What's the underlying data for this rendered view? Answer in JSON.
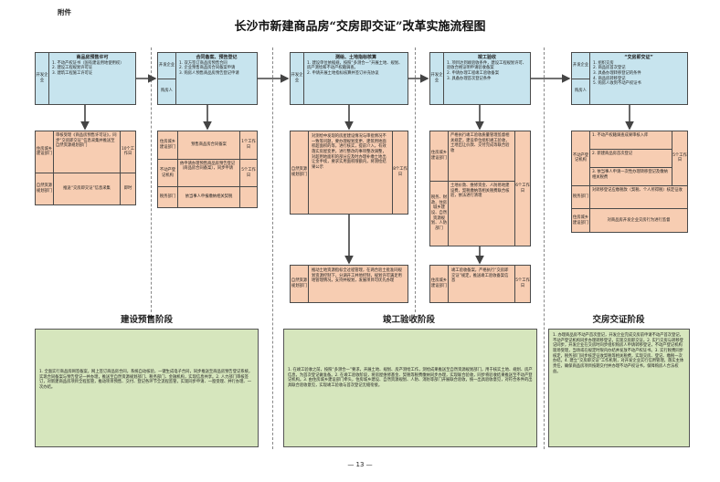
{
  "annex": "附件",
  "title": "长沙市新建商品房“交房即交证”改革实施流程图",
  "page_number": "— 13 —",
  "stages": [
    "建设预售阶段",
    "竣工验收阶段",
    "交房交证阶段"
  ],
  "blue_boxes": [
    {
      "side": [
        "开发企业"
      ],
      "heading": "商品房预售许可",
      "lines": [
        "1. 不动产权证书（国有建设用地使用权）",
        "2. 建设工程规划许可证",
        "3. 建筑工程施工许可证"
      ]
    },
    {
      "side": [
        "开发企业",
        "购房人"
      ],
      "heading": "合同备案、预告登记",
      "lines": [
        "1. 双方签订商品房预售合同",
        "2. 企业预售商品房合同备案申请",
        "3. 购房人预售商品房预告登记申请"
      ]
    },
    {
      "side": [
        "开发企业"
      ],
      "heading": "测绘、土地指标核算",
      "lines": [
        "1. 建设单位依据规，按照“多测合一”开展土地、规划、房产测绘和不动产权籍调查。",
        "2. 申请开展土地指标核算并签订补充协议"
      ]
    },
    {
      "side": [
        "开发企业"
      ],
      "heading": "竣工验收",
      "lines": [
        "1. 项目达到竣验收条件，建设工程规划许可、验收合格证明申请验收备案",
        "2. 申请办理工程竣工验收备案",
        "3. 具备办理首次登记条件"
      ]
    },
    {
      "side": [
        "开发企业",
        "购房人"
      ],
      "heading": "“交房即交证”",
      "lines": [
        "1. 组织交房",
        "2. 商品房首次登记",
        "3. 具备办理转移登记的条件",
        "4. 商品房转移登记",
        "5. 购房人收到不动产权证书"
      ]
    }
  ],
  "col1_rows": [
    {
      "dept": "住房城乡建设部门",
      "text": "审核受理《商品房预售许可证》，同步“交房即交证”信息采集并推送至自然资源规划部门",
      "time": "10个工作日"
    },
    {
      "dept": "自然资源规划部门",
      "text": "推送“交房即交证”信息采集",
      "time": "即时"
    }
  ],
  "col2_rows": [
    {
      "dept": "住房城乡建设部门",
      "text": "预售商品房合同备案",
      "time": "1个工作日"
    },
    {
      "dept": "不动产登记机构",
      "text": "依申请办理预售商品房预告登记（商品房合同备案），同步申请",
      "time": "5个工作日"
    },
    {
      "dept": "税务部门",
      "text": "依当事人申报缴纳相关契税",
      "time": ""
    }
  ],
  "col3_top": {
    "dept": "自然资源规划部门",
    "text": "对测绘中发现的房屋建设情况与审批情况不一致等问题，要办理规划变更、建筑用地面积超面积的等，进行核实，提前介入，有效落实房屋变更，进行整改的事项整改调整，对超用地面积的部分应及时办理补缴土地出让金手续，要求实用面积限额内，将测绘结果公示",
    "time": "8个工作日"
  },
  "col3_bottom": {
    "dept": "自然资源规划部门",
    "text": "推动土地资源指标全过程管理，在两合验土批准同规划资源控制下，分调开工并地控制，规划许可满足用地管理情况，支持并规划，发展项目可优先办理",
    "time": ""
  },
  "col4_rows": [
    {
      "dept": "住房城乡建设部门",
      "text": "严格执行竣工验收质量管理监督相关规定，建设单位组织竣工验收，土地出让价款、交付完成等联合验收",
      "time": "6个工作日"
    },
    {
      "dept": "税务、财政、住房城乡建设、自然资源规划、人防部门",
      "text": "土地价款、维修资金、人防易地建设费、契税缴纳等相关税费联合核验，依法进行清理",
      "time": ""
    }
  ],
  "col4_bottom": {
    "dept": "住房城乡建设部门",
    "text": "竣工验收备案，严格执行“交房即交证”规定，推送竣工验收备案信息",
    "time": "5个工作日"
  },
  "col5_rows": [
    {
      "dept": "不动产登记机构",
      "text": "1. 不动产权籍调查成果审核入库",
      "time": ""
    },
    {
      "dept": "",
      "text": "2. 新建商品房首次登记",
      "time": "5个工作日"
    },
    {
      "dept": "",
      "text": "3. 依当事人申请一次性办理转移登记及缴纳相关税费",
      "time": ""
    },
    {
      "dept": "税务部门",
      "text": "对转移登记应缴税款（契税、个人所得税）核定征收",
      "time": ""
    },
    {
      "dept": "住房城乡建设部门",
      "text": "对商品房开发企业交房行为进行监督",
      "time": ""
    }
  ],
  "green_boxes": [
    "1. 全面实行商品房网签备案，网上签订商品房合同，系统自动核验，一键生成电子合同，同步推送至商品房预告登记系统，实现合同备案与预告登记一并办理，推送至自然资源规划部门、税务部门、金融机构，实现信息共享。2. 人力部门审核签订，对新建商品房项目全程监管，推动项目预售、交付、登记各环节全流程监管，实现同步申请、一窗受理、并行办理、一次办结。",
    "1. 在竣工验收之前，按照“多测合一”要求，开展土地、规划、房产测绘工作，测绘成果推送至自然资源规划部门，用于核实土地、规划、房产信息，为首次登记做准备。2. 在竣工验收阶段，将房屋维修基金、契税等税费缴纳同步办理，实现联合验收，同步将验收结果推送至不动产登记机构。3. 由住房城乡建设部门牵头，住房城乡建设、自然资源规划、人防、消防等部门开展联合验收，统一出具验收意见，对符合条件的出具联合验收意见，实现竣工验收与首次登记无缝衔接。",
    "1. 办理商品房不动产首次登记，开发企业完成交房前申请不动产首次登记，不动产登记机构同步办理转移登记，实现交房即交证。2. 实行交房与转移登记同步，开发企业在交房时同步组织购房人申请转移登记，不动产登记机构现场受理，当场或在规定时限内办结并发放不动产权证书。3. 实行税费同步核定，税务部门同步核定征收契税等相关税费，实现交房、登记、缴税一次办结。4. 建立“交房即交证”工作机制，对开发企业实行信用管理，落实主体责任，确保商品房项目按期交付并办理不动产权证书，保障购房人合法权益。"
  ],
  "colors": {
    "blue": "#c7e4ee",
    "orange": "#f7cdb2",
    "green": "#d6e6bd"
  }
}
